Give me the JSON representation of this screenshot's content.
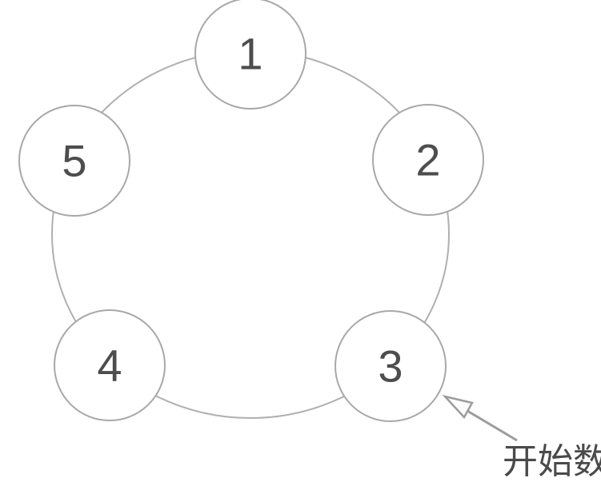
{
  "diagram": {
    "type": "ring-counting-diagram",
    "nodes": [
      {
        "label": "1"
      },
      {
        "label": "2"
      },
      {
        "label": "3"
      },
      {
        "label": "4"
      },
      {
        "label": "5"
      }
    ],
    "annotation": {
      "label": "开始数",
      "points_to_node": "3"
    },
    "colors": {
      "background": "#ffffff",
      "ring_stroke": "#b0b0b0",
      "node_stroke": "#a8a8a8",
      "node_fill": "#ffffff",
      "number": "#4d4d4d",
      "arrow": "#9c9c9c",
      "annotation_text": "#4a4a4a"
    }
  }
}
